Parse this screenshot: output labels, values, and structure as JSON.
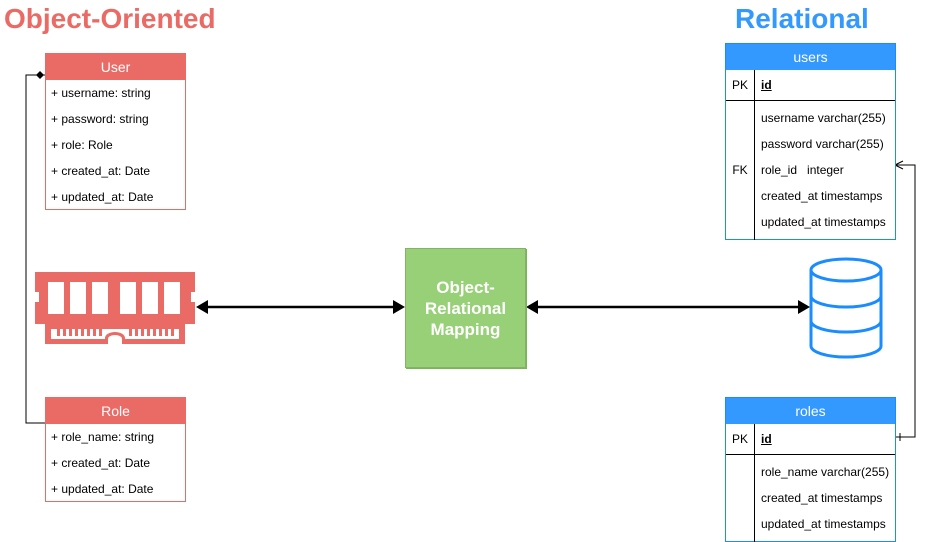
{
  "headings": {
    "left": "Object-Oriented",
    "right": "Relational"
  },
  "user_class": {
    "title": "User",
    "fields": [
      "+ username: string",
      "+ password: string",
      "+ role: Role",
      "+ created_at: Date",
      "+ updated_at: Date"
    ]
  },
  "role_class": {
    "title": "Role",
    "fields": [
      "+ role_name: string",
      "+ created_at: Date",
      "+ updated_at: Date"
    ]
  },
  "orm": {
    "label": "Object-Relational Mapping"
  },
  "users_table": {
    "title": "users",
    "pk_label": "PK",
    "pk_name": "id",
    "rows": [
      {
        "key": "",
        "name": "username varchar(255)"
      },
      {
        "key": "",
        "name": "password varchar(255)"
      },
      {
        "key": "FK",
        "name": "role_id   integer"
      },
      {
        "key": "",
        "name": "created_at timestamps"
      },
      {
        "key": "",
        "name": "updated_at timestamps"
      }
    ]
  },
  "roles_table": {
    "title": "roles",
    "pk_label": "PK",
    "pk_name": "id",
    "rows": [
      {
        "key": "",
        "name": "role_name varchar(255)"
      },
      {
        "key": "",
        "name": "created_at timestamps"
      },
      {
        "key": "",
        "name": "updated_at timestamps"
      }
    ]
  },
  "icons": {
    "memory": "memory-icon",
    "database": "database-icon"
  },
  "colors": {
    "object": "#ea6b66",
    "relational": "#3399ff",
    "orm": "#97d077"
  }
}
